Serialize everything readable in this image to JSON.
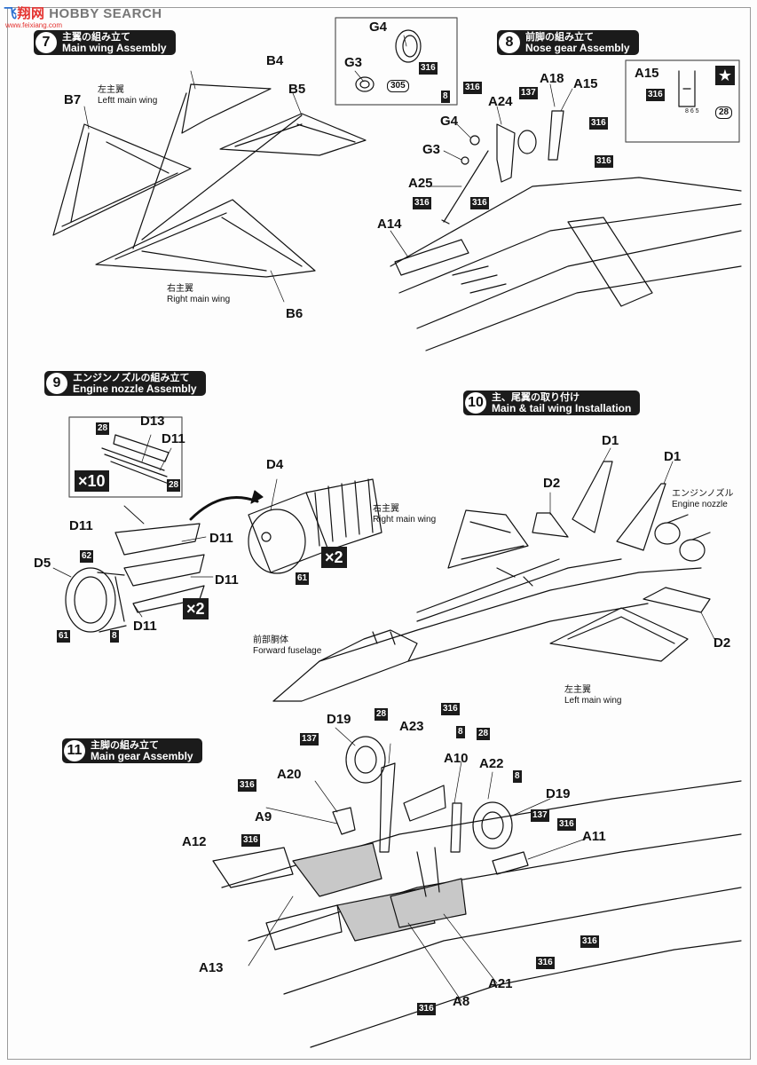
{
  "watermark": {
    "brand_a": "飞",
    "brand_b": "翔网",
    "brand_c": "HOBBY SEARCH",
    "sub": "www.feixiang.com"
  },
  "steps": [
    {
      "num": "7",
      "jp": "主翼の組み立て",
      "en": "Main wing Assembly"
    },
    {
      "num": "8",
      "jp": "前脚の組み立て",
      "en": "Nose gear Assembly"
    },
    {
      "num": "9",
      "jp": "エンジンノズルの組み立て",
      "en": "Engine nozzle Assembly"
    },
    {
      "num": "10",
      "jp": "主、尾翼の取り付け",
      "en": "Main & tail wing Installation"
    },
    {
      "num": "11",
      "jp": "主脚の組み立て",
      "en": "Main gear Assembly"
    }
  ],
  "captions": {
    "left_wing_jp": "左主翼",
    "left_wing_en": "Leftt main wing",
    "right_wing_jp": "右主翼",
    "right_wing_en": "Right main wing",
    "engine_nozzle_jp": "エンジンノズル",
    "engine_nozzle_en": "Engine nozzle",
    "right_wing2_jp": "右主翼",
    "right_wing2_en": "Right main wing",
    "fwd_fuselage_jp": "前部胴体",
    "fwd_fuselage_en": "Forward fuselage",
    "left_wing2_jp": "左主翼",
    "left_wing2_en": "Left  main wing"
  },
  "part_labels": {
    "s7": [
      "B4",
      "B5",
      "B7",
      "B6"
    ],
    "s8_inset": [
      "G4",
      "G3"
    ],
    "s8": [
      "A18",
      "A15",
      "A24",
      "G4",
      "G3",
      "A25",
      "A14"
    ],
    "s8_box": [
      "A15"
    ],
    "s9": [
      "D13",
      "D11",
      "D4",
      "D11",
      "D5",
      "D11",
      "D11"
    ],
    "s10": [
      "D1",
      "D1",
      "D2",
      "D2"
    ],
    "s11": [
      "D19",
      "A23",
      "A10",
      "A22",
      "D19",
      "A20",
      "A9",
      "A12",
      "A11",
      "A13",
      "A21",
      "A8"
    ]
  },
  "codes": {
    "s8_inset": [
      "316",
      "305"
    ],
    "s8": [
      "8",
      "316",
      "137",
      "316",
      "316",
      "316",
      "316"
    ],
    "s8_box": [
      "316",
      "28"
    ],
    "s8_box_marks": "8 6 5",
    "s9": [
      "28",
      "28",
      "62",
      "8",
      "61",
      "61"
    ],
    "s11": [
      "28",
      "316",
      "137",
      "8",
      "28",
      "8",
      "137",
      "316",
      "316",
      "316",
      "316",
      "316",
      "316"
    ]
  },
  "multipliers": {
    "s9_box": "×10",
    "s9_a": "×2",
    "s9_b": "×2"
  },
  "star": "★"
}
